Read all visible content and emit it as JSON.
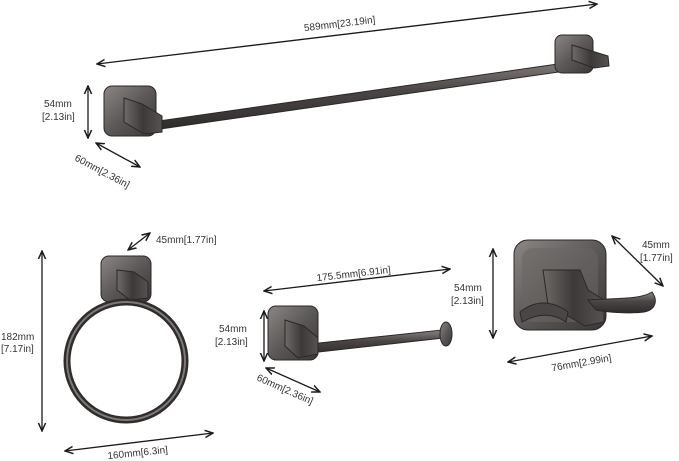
{
  "colors": {
    "background": "#ffffff",
    "finish_dark": "#3f3c3b",
    "finish_mid": "#5a5655",
    "finish_light": "#807b79",
    "dimension_text": "#333333",
    "arrow": "#1a1a1a"
  },
  "towel_bar": {
    "length": "589mm[23.19in]",
    "height_mm": "54mm",
    "height_in": "[2.13in]",
    "depth": "60mm[2.36in]"
  },
  "towel_ring": {
    "base_width": "45mm[1.77in]",
    "height_mm": "182mm",
    "height_in": "[7.17in]",
    "width": "160mm[6.3in]"
  },
  "paper_holder": {
    "length": "175.5mm[6.91in]",
    "height_mm": "54mm",
    "height_in": "[2.13in]",
    "depth": "60mm[2.36in]"
  },
  "robe_hook": {
    "height_mm": "54mm",
    "height_in": "[2.13in]",
    "depth_mm": "45mm",
    "depth_in": "[1.77in]",
    "width": "76mm[2.99in]"
  }
}
